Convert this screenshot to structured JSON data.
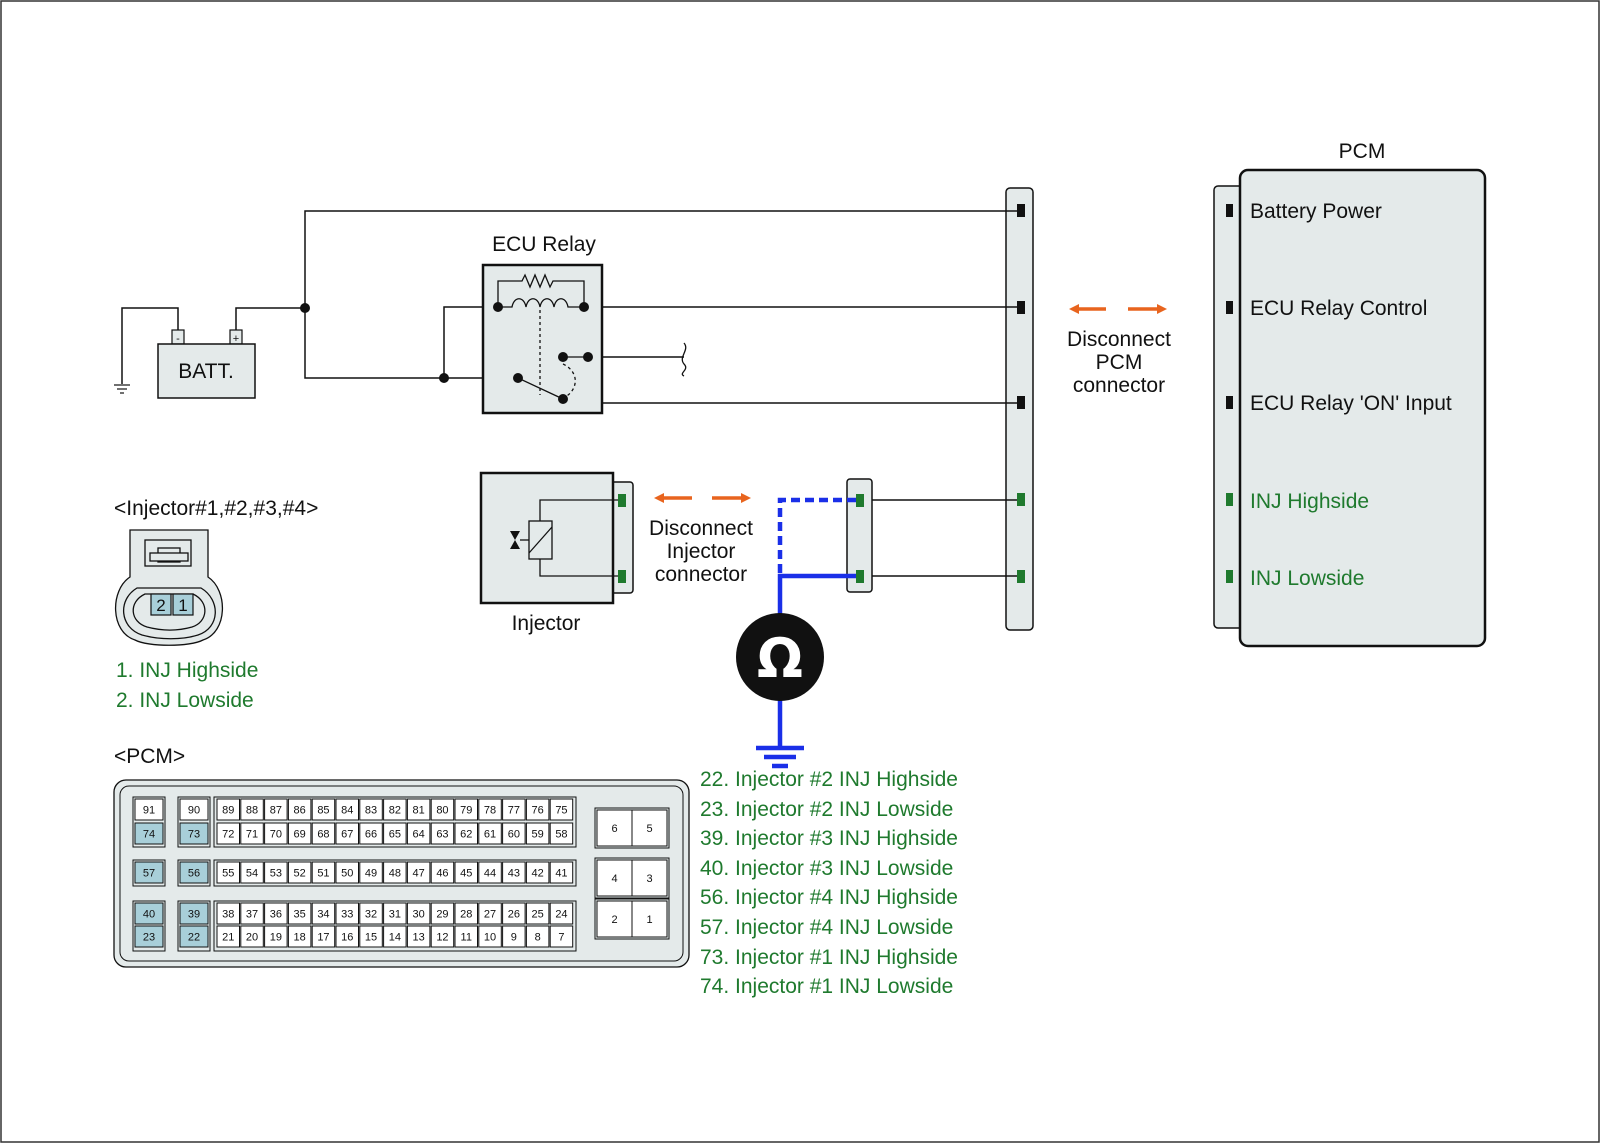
{
  "colors": {
    "panel_fill": "#e4eaea",
    "pin_highlight": "#a8cfd9",
    "signal_green": "#1f7a2e",
    "probe_blue": "#1a2fe8",
    "arrow_orange": "#e8641e",
    "wire": "#111111"
  },
  "pcm": {
    "title": "PCM",
    "pins": [
      {
        "label": "Battery Power",
        "color": "black"
      },
      {
        "label": "ECU Relay Control",
        "color": "black"
      },
      {
        "label": "ECU Relay 'ON' Input",
        "color": "black"
      },
      {
        "label": "INJ Highside",
        "color": "green"
      },
      {
        "label": "INJ Lowside",
        "color": "green"
      }
    ]
  },
  "battery": {
    "label": "BATT.",
    "minus": "-",
    "plus": "+"
  },
  "relay": {
    "label": "ECU Relay"
  },
  "injector": {
    "label": "Injector"
  },
  "disconnect_pcm": {
    "line1": "Disconnect",
    "line2": "PCM",
    "line3": "connector"
  },
  "disconnect_injector": {
    "line1": "Disconnect",
    "line2": "Injector",
    "line3": "connector"
  },
  "meter": {
    "symbol": "Ω",
    "icon": "ohmmeter-icon"
  },
  "injector_connector": {
    "title": "<Injector#1,#2,#3,#4>",
    "pin_labels": [
      "2",
      "1"
    ],
    "legend": [
      "1. INJ Highside",
      "2. INJ Lowside"
    ]
  },
  "pcm_connector": {
    "title": "<PCM>",
    "row1_left": [
      "91",
      "90"
    ],
    "row1_main": [
      "89",
      "88",
      "87",
      "86",
      "85",
      "84",
      "83",
      "82",
      "81",
      "80",
      "79",
      "78",
      "77",
      "76",
      "75"
    ],
    "row2_left": [
      "74",
      "73"
    ],
    "row2_main": [
      "72",
      "71",
      "70",
      "69",
      "68",
      "67",
      "66",
      "65",
      "64",
      "63",
      "62",
      "61",
      "60",
      "59",
      "58"
    ],
    "row3_left": [
      "57",
      "56"
    ],
    "row3_main": [
      "55",
      "54",
      "53",
      "52",
      "51",
      "50",
      "49",
      "48",
      "47",
      "46",
      "45",
      "44",
      "43",
      "42",
      "41"
    ],
    "row4_left": [
      "40",
      "39"
    ],
    "row4_main": [
      "38",
      "37",
      "36",
      "35",
      "34",
      "33",
      "32",
      "31",
      "30",
      "29",
      "28",
      "27",
      "26",
      "25",
      "24"
    ],
    "row5_left": [
      "23",
      "22"
    ],
    "row5_main": [
      "21",
      "20",
      "19",
      "18",
      "17",
      "16",
      "15",
      "14",
      "13",
      "12",
      "11",
      "10",
      "9",
      "8",
      "7"
    ],
    "right_blocks": [
      [
        "6",
        "5"
      ],
      [
        "4",
        "3"
      ],
      [
        "2",
        "1"
      ]
    ],
    "highlighted": [
      "74",
      "73",
      "57",
      "56",
      "40",
      "39",
      "23",
      "22"
    ]
  },
  "pin_list": [
    "22. Injector #2 INJ Highside",
    "23. Injector #2 INJ Lowside",
    "39. Injector #3 INJ Highside",
    "40. Injector #3 INJ Lowside",
    "56. Injector #4 INJ Highside",
    "57. Injector #4 INJ Lowside",
    "73. Injector #1 INJ Highside",
    "74. Injector #1 INJ Lowside"
  ]
}
